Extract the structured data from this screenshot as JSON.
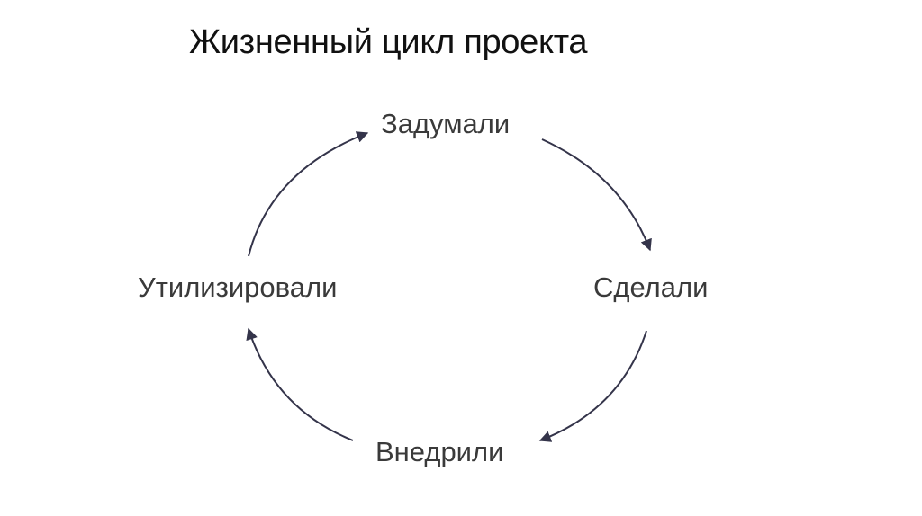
{
  "title": "Жизненный цикл проекта",
  "stages": {
    "top": "Задумали",
    "right": "Сделали",
    "bottom": "Внедрили",
    "left": "Утилизировали"
  },
  "colors": {
    "arrow": "#34344a",
    "label": "#3a3a3a",
    "title": "#111111"
  }
}
